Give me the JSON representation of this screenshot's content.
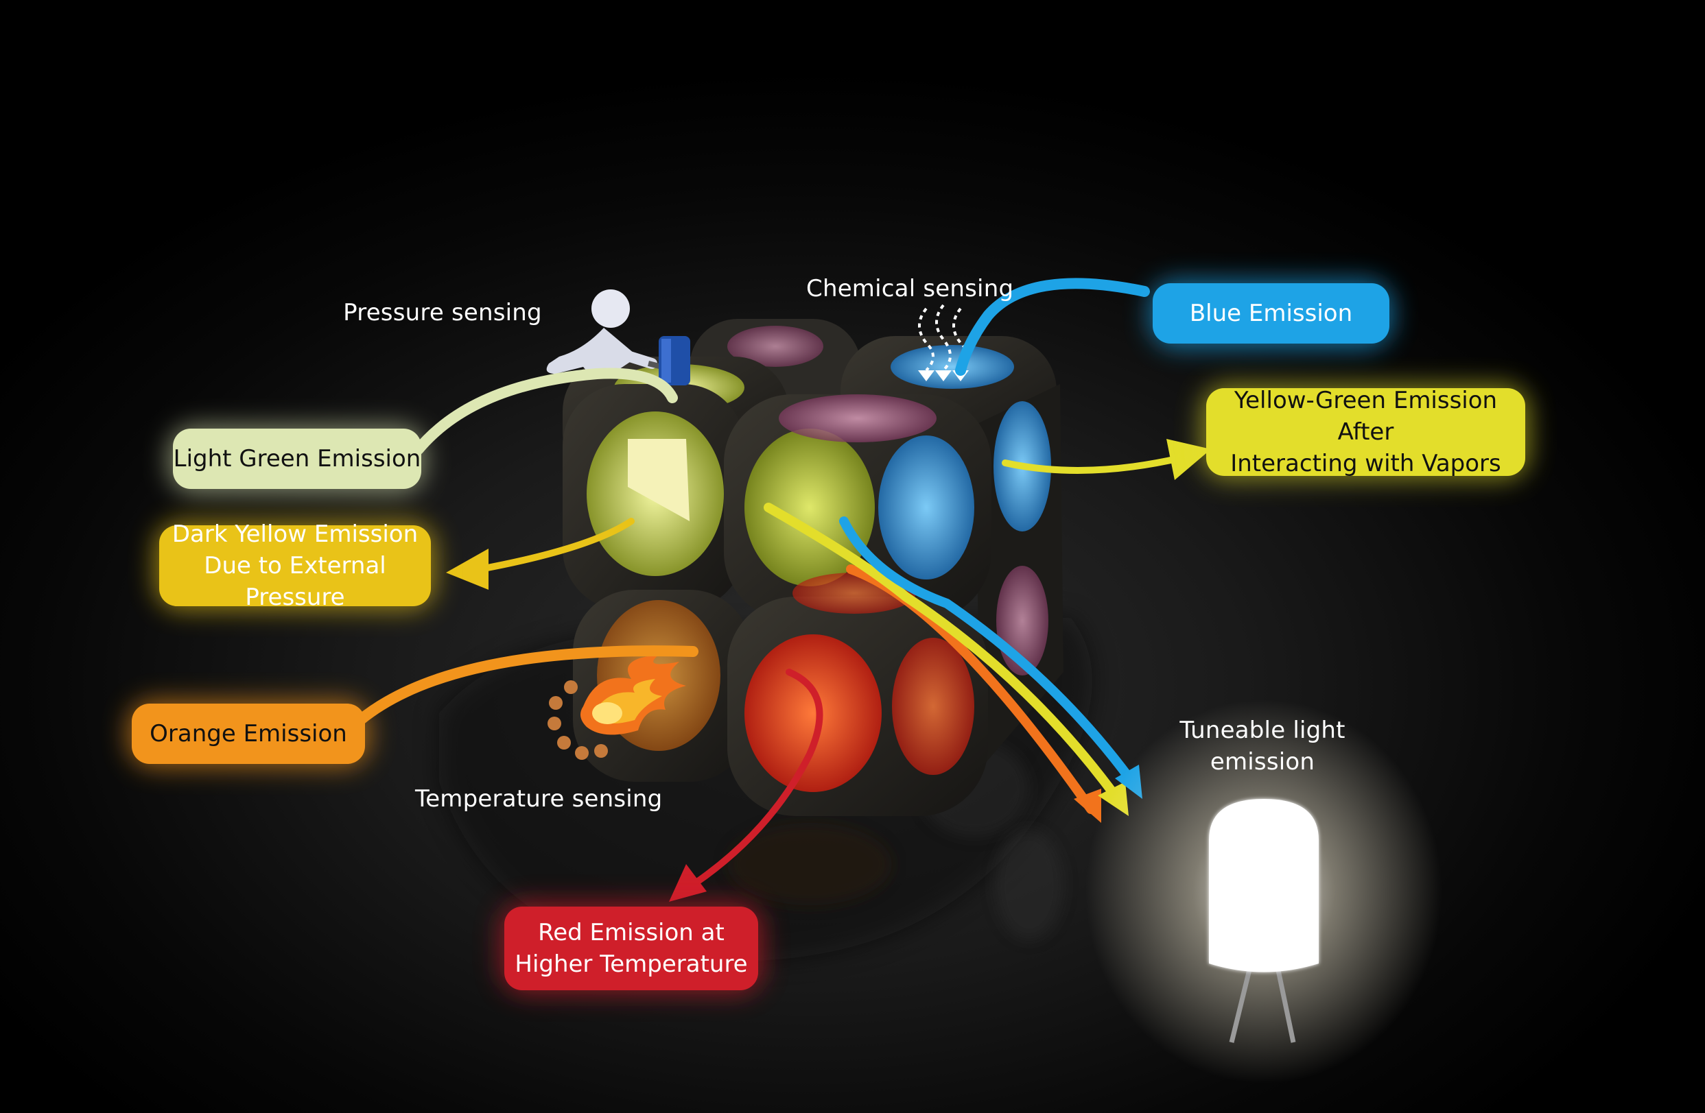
{
  "colors": {
    "blue": "#1ea3e6",
    "yellow_green": "#e3de2b",
    "light_green": "#dde7b3",
    "dark_yellow": "#e9c318",
    "orange": "#f2941c",
    "red": "#cf1f2a"
  },
  "icons": [
    "stick-figure-hammer-icon",
    "vapor-arrows-icon",
    "flame-icon",
    "light-bulb-icon"
  ],
  "labels": {
    "pressure": "Pressure sensing",
    "chemical": "Chemical sensing",
    "temperature": "Temperature sensing",
    "tuneable": "Tuneable light\nemission"
  },
  "pills": {
    "blue": "Blue Emission",
    "yellow_green": "Yellow-Green Emission After\nInteracting with Vapors",
    "light_green": "Light Green Emission",
    "dark_yellow": "Dark Yellow Emission\nDue to External Pressure",
    "orange": "Orange Emission",
    "red": "Red Emission at\nHigher Temperature"
  }
}
